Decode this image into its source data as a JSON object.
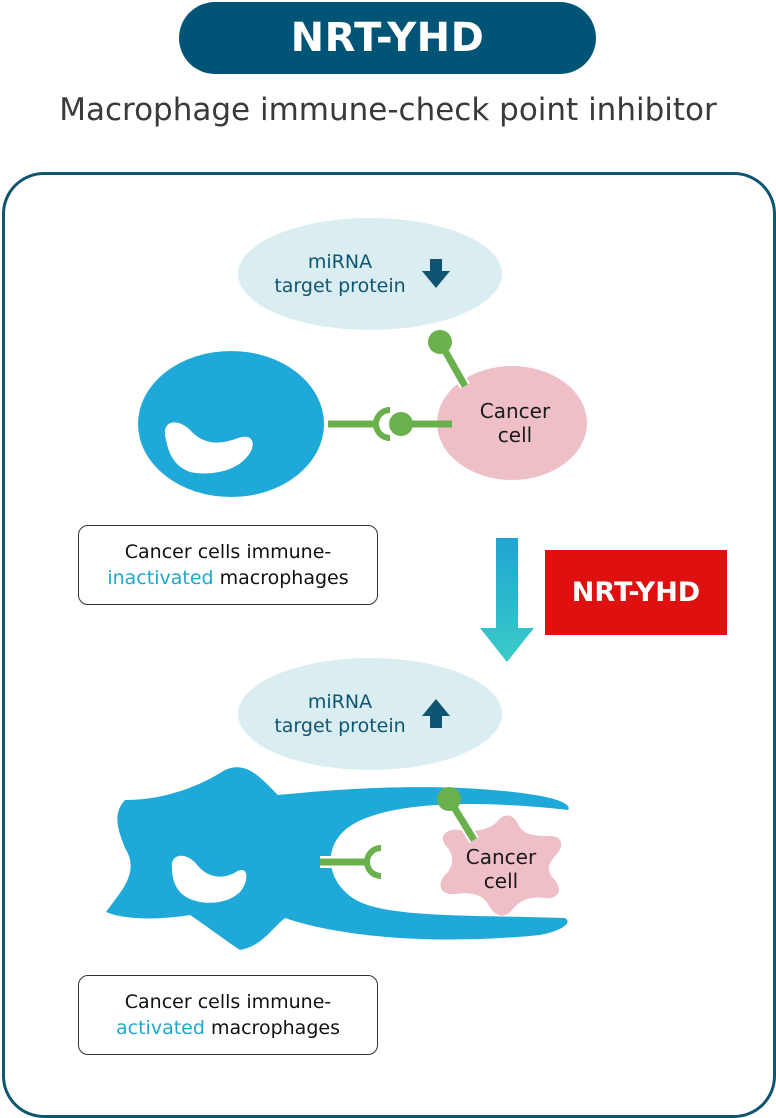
{
  "header": {
    "title": "NRT-YHD",
    "subtitle": "Macrophage immune-check point inhibitor"
  },
  "top_state": {
    "bubble_line1": "miRNA",
    "bubble_line2": "target protein",
    "arrow_direction": "down",
    "cancer_line1": "Cancer",
    "cancer_line2": "cell",
    "label_line1": "Cancer cells immune-",
    "label_highlight": "inactivated",
    "label_rest": " macrophages"
  },
  "treatment": {
    "label": "NRT-YHD"
  },
  "bottom_state": {
    "bubble_line1": "miRNA",
    "bubble_line2": "target protein",
    "arrow_direction": "up",
    "cancer_line1": "Cancer",
    "cancer_line2": "cell",
    "label_line1": "Cancer cells immune-",
    "label_highlight": "activated",
    "label_rest": " macrophages"
  },
  "colors": {
    "title_bg": "#005475",
    "macrophage": "#1fa9d8",
    "cancer_cell": "#eebfc7",
    "bubble": "#daedf1",
    "receptor": "#6ab04c",
    "drug_box": "#de1010",
    "highlight_text": "#1fa7cf"
  }
}
